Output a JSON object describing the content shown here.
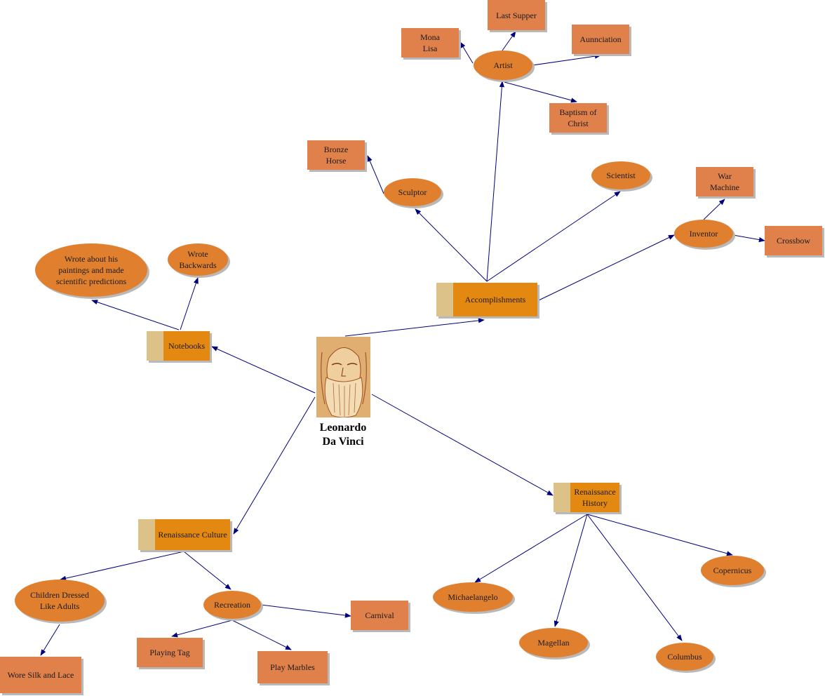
{
  "colors": {
    "ellipse_fill": "#e0802f",
    "rect_fill": "#e0804a",
    "folder_fill": "#e38810",
    "folder_tab": "#dcc288",
    "line": "#00007a"
  },
  "center": {
    "label": "Leonardo\nDa Vinci"
  },
  "nodes": {
    "accomplishments": "Accomplishments",
    "notebooks": "Notebooks",
    "renaissance_history": "Renaissance\nHistory",
    "renaissance_culture": "Renaissance Culture",
    "artist": "Artist",
    "last_supper": "Last Supper",
    "mona_lisa": "Mona\nLisa",
    "aunnciation": "Aunnciation",
    "baptism": "Baptism of\nChrist",
    "sculptor": "Sculptor",
    "bronze_horse": "Bronze\nHorse",
    "scientist": "Scientist",
    "inventor": "Inventor",
    "war_machine": "War\nMachine",
    "crossbow": "Crossbow",
    "wrote_about": "Wrote about his\npaintings and made\nscientific predictions",
    "wrote_backwards": "Wrote\nBackwards",
    "michaelangelo": "Michaelangelo",
    "magellan": "Magellan",
    "columbus": "Columbus",
    "copernicus": "Copernicus",
    "children_dressed": "Children Dressed\nLike Adults",
    "wore_silk": "Wore Silk and Lace",
    "recreation": "Recreation",
    "carnival": "Carnival",
    "playing_tag": "Playing Tag",
    "play_marbles": "Play Marbles"
  }
}
